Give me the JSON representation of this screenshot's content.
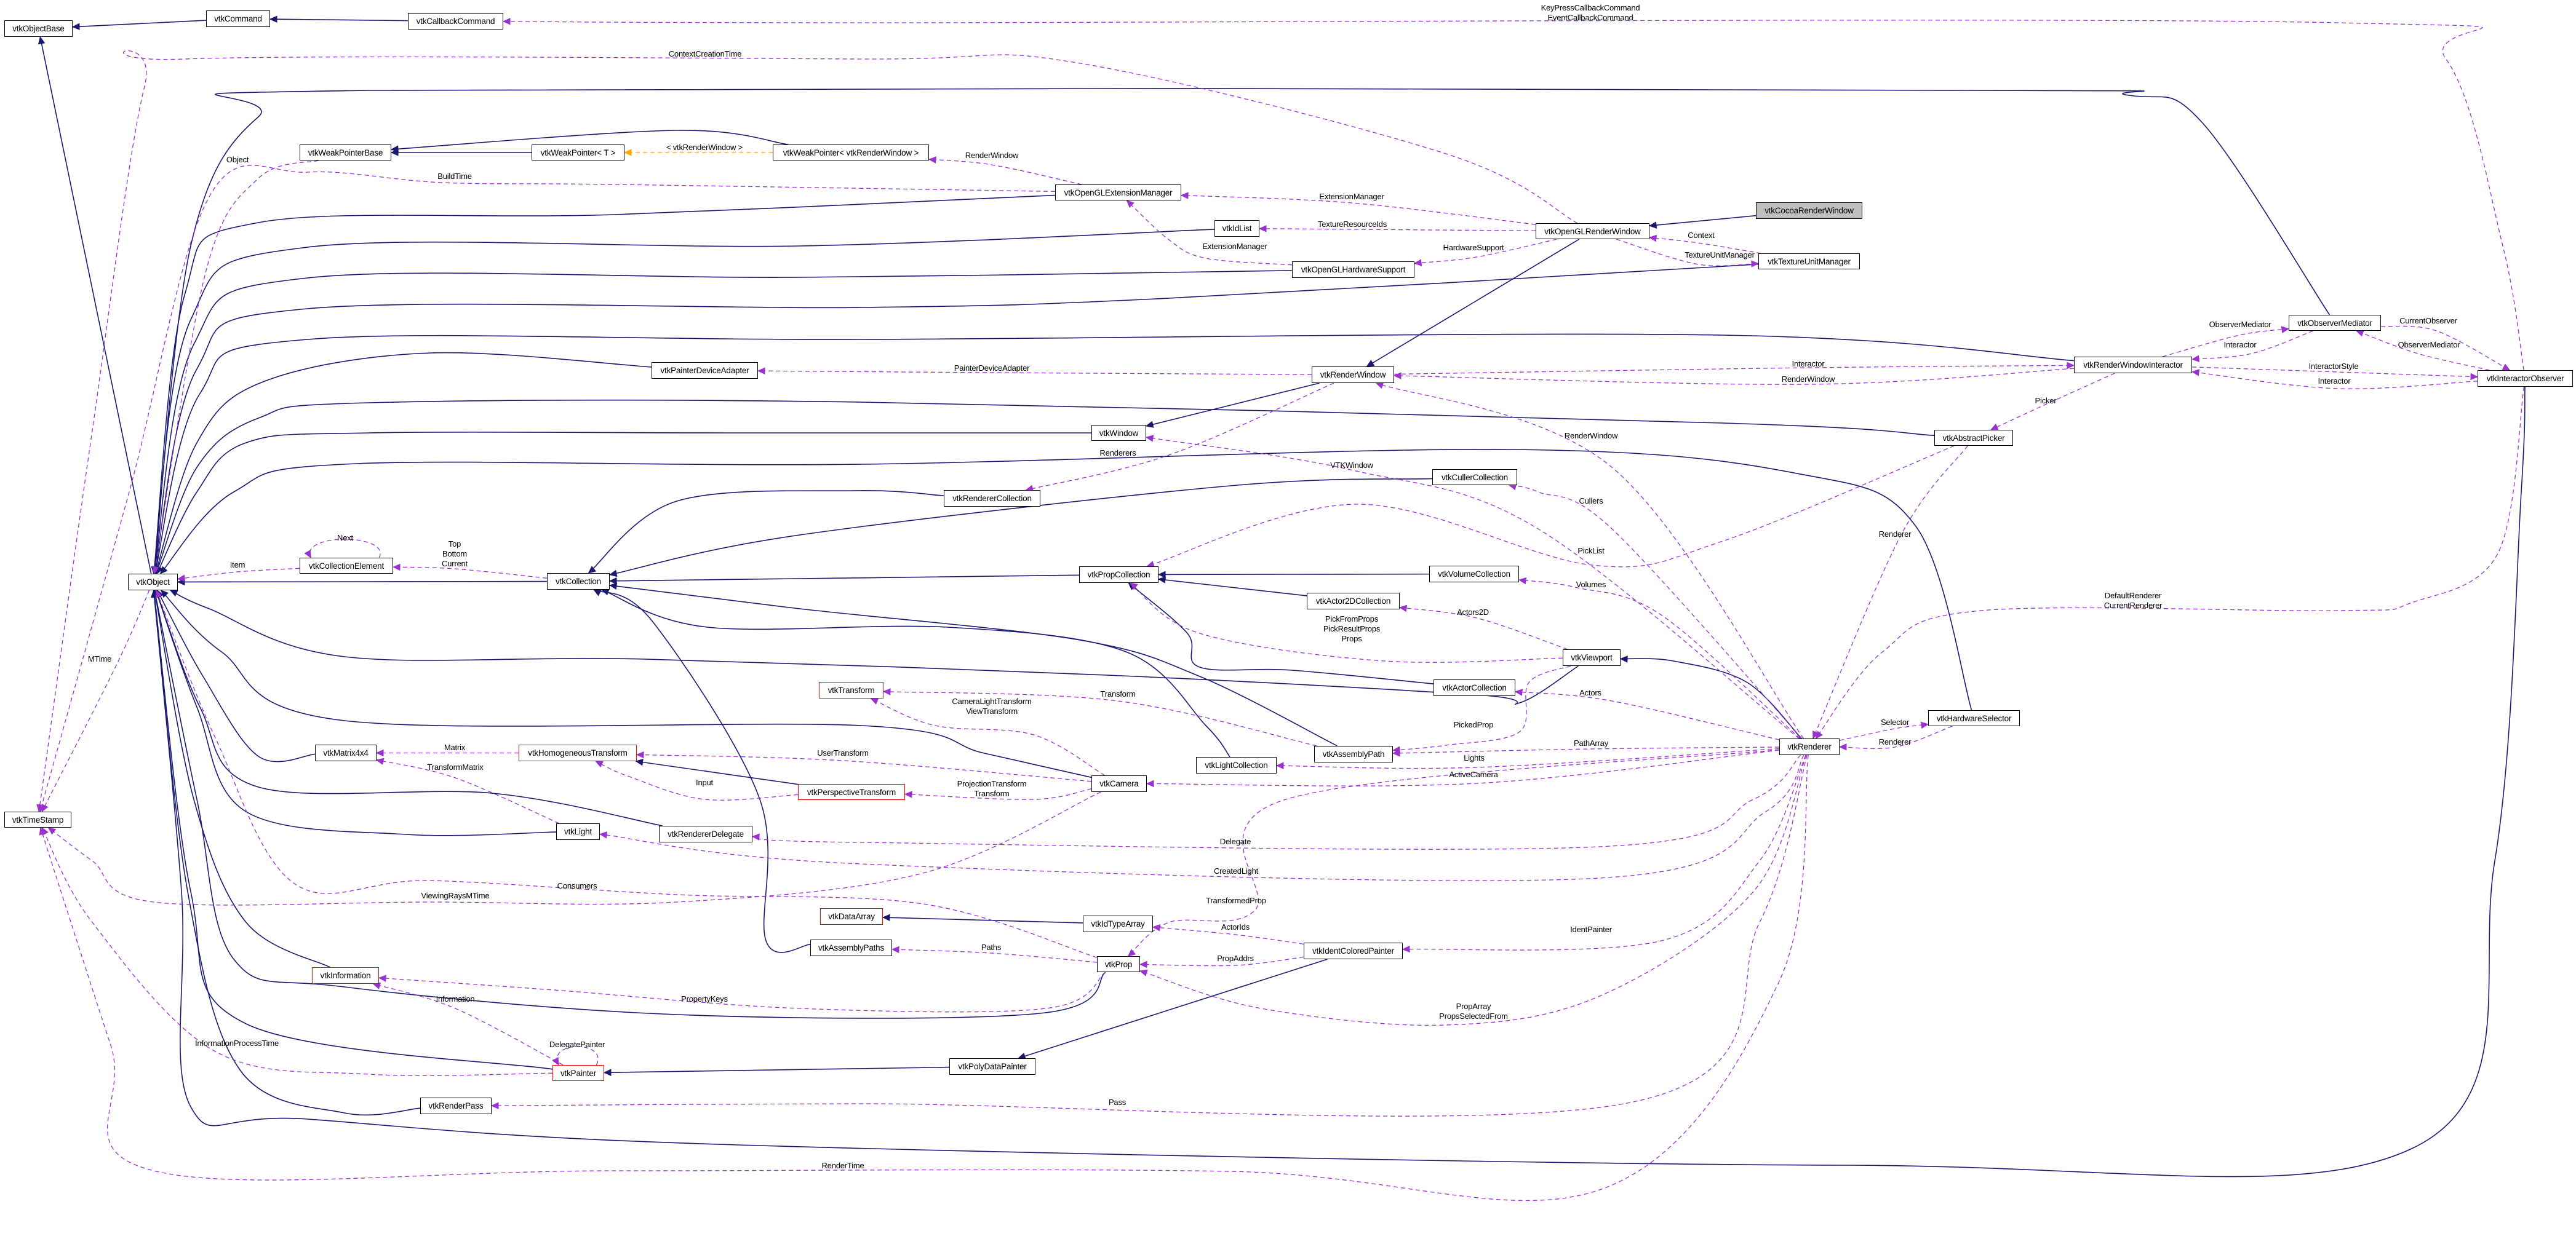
{
  "diagram": {
    "kind": "collaboration-graph",
    "focus_node": "vtkCocoaRenderWindow"
  },
  "colors": {
    "inherit": "#191970",
    "usage": "#9a32cd",
    "template": "#ffa500",
    "highlight_fill": "#bfbfbf",
    "undocumented_border": "#ff0000"
  },
  "nodes": [
    {
      "id": "ObjectBase",
      "label": "vtkObjectBase",
      "style": "normal"
    },
    {
      "id": "Command",
      "label": "vtkCommand",
      "style": "normal"
    },
    {
      "id": "CallbackCommand",
      "label": "vtkCallbackCommand",
      "style": "normal"
    },
    {
      "id": "WPBase",
      "label": "vtkWeakPointerBase",
      "style": "normal"
    },
    {
      "id": "WP_T",
      "label": "vtkWeakPointer< T >",
      "style": "normal"
    },
    {
      "id": "WP_RW",
      "label": "vtkWeakPointer< vtkRenderWindow >",
      "style": "normal"
    },
    {
      "id": "OGLExtMgr",
      "label": "vtkOpenGLExtensionManager",
      "style": "normal"
    },
    {
      "id": "IdList",
      "label": "vtkIdList",
      "style": "normal"
    },
    {
      "id": "OGLRW",
      "label": "vtkOpenGLRenderWindow",
      "style": "normal"
    },
    {
      "id": "Cocoa",
      "label": "vtkCocoaRenderWindow",
      "style": "highlight"
    },
    {
      "id": "HWSupport",
      "label": "vtkOpenGLHardwareSupport",
      "style": "normal"
    },
    {
      "id": "TUM",
      "label": "vtkTextureUnitManager",
      "style": "normal"
    },
    {
      "id": "OM",
      "label": "vtkObserverMediator",
      "style": "normal"
    },
    {
      "id": "RWI",
      "label": "vtkRenderWindowInteractor",
      "style": "normal"
    },
    {
      "id": "IO",
      "label": "vtkInteractorObserver",
      "style": "normal"
    },
    {
      "id": "PDA",
      "label": "vtkPainterDeviceAdapter",
      "style": "normal"
    },
    {
      "id": "RW",
      "label": "vtkRenderWindow",
      "style": "normal"
    },
    {
      "id": "Window",
      "label": "vtkWindow",
      "style": "normal"
    },
    {
      "id": "AbstractPicker",
      "label": "vtkAbstractPicker",
      "style": "normal"
    },
    {
      "id": "RendererCollection",
      "label": "vtkRendererCollection",
      "style": "normal"
    },
    {
      "id": "CullerCollection",
      "label": "vtkCullerCollection",
      "style": "normal"
    },
    {
      "id": "Object",
      "label": "vtkObject",
      "style": "normal"
    },
    {
      "id": "CollectionElement",
      "label": "vtkCollectionElement",
      "style": "normal"
    },
    {
      "id": "Collection",
      "label": "vtkCollection",
      "style": "normal"
    },
    {
      "id": "PropCollection",
      "label": "vtkPropCollection",
      "style": "normal"
    },
    {
      "id": "VolumeCollection",
      "label": "vtkVolumeCollection",
      "style": "normal"
    },
    {
      "id": "Actor2DCollection",
      "label": "vtkActor2DCollection",
      "style": "normal"
    },
    {
      "id": "Viewport",
      "label": "vtkViewport",
      "style": "normal"
    },
    {
      "id": "ActorCollection",
      "label": "vtkActorCollection",
      "style": "normal"
    },
    {
      "id": "Transform",
      "label": "vtkTransform",
      "style": "red"
    },
    {
      "id": "AssemblyPath",
      "label": "vtkAssemblyPath",
      "style": "normal"
    },
    {
      "id": "HardwareSelector",
      "label": "vtkHardwareSelector",
      "style": "normal"
    },
    {
      "id": "Renderer",
      "label": "vtkRenderer",
      "style": "normal"
    },
    {
      "id": "Matrix4x4",
      "label": "vtkMatrix4x4",
      "style": "normal"
    },
    {
      "id": "HomogeneousTransform",
      "label": "vtkHomogeneousTransform",
      "style": "red"
    },
    {
      "id": "LightCollection",
      "label": "vtkLightCollection",
      "style": "normal"
    },
    {
      "id": "Camera",
      "label": "vtkCamera",
      "style": "normal"
    },
    {
      "id": "PerspectiveTransform",
      "label": "vtkPerspectiveTransform",
      "style": "red"
    },
    {
      "id": "TimeStamp",
      "label": "vtkTimeStamp",
      "style": "normal"
    },
    {
      "id": "Light",
      "label": "vtkLight",
      "style": "normal"
    },
    {
      "id": "RendererDelegate",
      "label": "vtkRendererDelegate",
      "style": "normal"
    },
    {
      "id": "DataArray",
      "label": "vtkDataArray",
      "style": "red"
    },
    {
      "id": "IdTypeArray",
      "label": "vtkIdTypeArray",
      "style": "normal"
    },
    {
      "id": "AssemblyPaths",
      "label": "vtkAssemblyPaths",
      "style": "normal"
    },
    {
      "id": "IdentColoredPainter",
      "label": "vtkIdentColoredPainter",
      "style": "normal"
    },
    {
      "id": "Prop",
      "label": "vtkProp",
      "style": "normal"
    },
    {
      "id": "Information",
      "label": "vtkInformation",
      "style": "red"
    },
    {
      "id": "Painter",
      "label": "vtkPainter",
      "style": "red"
    },
    {
      "id": "PolyDataPainter",
      "label": "vtkPolyDataPainter",
      "style": "normal"
    },
    {
      "id": "RenderPass",
      "label": "vtkRenderPass",
      "style": "normal"
    }
  ],
  "edges": [
    {
      "from": "Command",
      "to": "ObjectBase",
      "kind": "inherit",
      "labels": []
    },
    {
      "from": "CallbackCommand",
      "to": "Command",
      "kind": "inherit",
      "labels": []
    },
    {
      "from": "Object",
      "to": "ObjectBase",
      "kind": "inherit",
      "labels": []
    },
    {
      "from": "WP_T",
      "to": "WPBase",
      "kind": "inherit",
      "labels": []
    },
    {
      "from": "WP_RW",
      "to": "WPBase",
      "kind": "inherit",
      "labels": []
    },
    {
      "from": "OGLExtMgr",
      "to": "Object",
      "kind": "inherit",
      "labels": []
    },
    {
      "from": "IdList",
      "to": "Object",
      "kind": "inherit",
      "labels": []
    },
    {
      "from": "HWSupport",
      "to": "Object",
      "kind": "inherit",
      "labels": []
    },
    {
      "from": "TUM",
      "to": "Object",
      "kind": "inherit",
      "labels": []
    },
    {
      "from": "OM",
      "to": "Object",
      "kind": "inherit",
      "labels": []
    },
    {
      "from": "RWI",
      "to": "Object",
      "kind": "inherit",
      "labels": []
    },
    {
      "from": "PDA",
      "to": "Object",
      "kind": "inherit",
      "labels": []
    },
    {
      "from": "OGLRW",
      "to": "RW",
      "kind": "inherit",
      "labels": []
    },
    {
      "from": "Cocoa",
      "to": "OGLRW",
      "kind": "inherit",
      "labels": []
    },
    {
      "from": "RW",
      "to": "Window",
      "kind": "inherit",
      "labels": []
    },
    {
      "from": "Window",
      "to": "Object",
      "kind": "inherit",
      "labels": []
    },
    {
      "from": "AbstractPicker",
      "to": "Object",
      "kind": "inherit",
      "labels": []
    },
    {
      "from": "Collection",
      "to": "Object",
      "kind": "inherit",
      "labels": []
    },
    {
      "from": "RendererCollection",
      "to": "Collection",
      "kind": "inherit",
      "labels": []
    },
    {
      "from": "CullerCollection",
      "to": "Collection",
      "kind": "inherit",
      "labels": []
    },
    {
      "from": "PropCollection",
      "to": "Collection",
      "kind": "inherit",
      "labels": []
    },
    {
      "from": "VolumeCollection",
      "to": "PropCollection",
      "kind": "inherit",
      "labels": []
    },
    {
      "from": "Actor2DCollection",
      "to": "PropCollection",
      "kind": "inherit",
      "labels": []
    },
    {
      "from": "ActorCollection",
      "to": "PropCollection",
      "kind": "inherit",
      "labels": []
    },
    {
      "from": "LightCollection",
      "to": "Collection",
      "kind": "inherit",
      "labels": []
    },
    {
      "from": "AssemblyPath",
      "to": "Collection",
      "kind": "inherit",
      "labels": []
    },
    {
      "from": "AssemblyPaths",
      "to": "Collection",
      "kind": "inherit",
      "labels": []
    },
    {
      "from": "Viewport",
      "to": "Object",
      "kind": "inherit",
      "labels": []
    },
    {
      "from": "Renderer",
      "to": "Viewport",
      "kind": "inherit",
      "labels": []
    },
    {
      "from": "HardwareSelector",
      "to": "Object",
      "kind": "inherit",
      "labels": []
    },
    {
      "from": "Matrix4x4",
      "to": "Object",
      "kind": "inherit",
      "labels": []
    },
    {
      "from": "PerspectiveTransform",
      "to": "HomogeneousTransform",
      "kind": "inherit",
      "labels": []
    },
    {
      "from": "Camera",
      "to": "Object",
      "kind": "inherit",
      "labels": []
    },
    {
      "from": "Light",
      "to": "Object",
      "kind": "inherit",
      "labels": []
    },
    {
      "from": "RendererDelegate",
      "to": "Object",
      "kind": "inherit",
      "labels": []
    },
    {
      "from": "Information",
      "to": "Object",
      "kind": "inherit",
      "labels": []
    },
    {
      "from": "Prop",
      "to": "Object",
      "kind": "inherit",
      "labels": []
    },
    {
      "from": "Painter",
      "to": "Object",
      "kind": "inherit",
      "labels": []
    },
    {
      "from": "PolyDataPainter",
      "to": "Painter",
      "kind": "inherit",
      "labels": []
    },
    {
      "from": "IdentColoredPainter",
      "to": "PolyDataPainter",
      "kind": "inherit",
      "labels": []
    },
    {
      "from": "IdTypeArray",
      "to": "DataArray",
      "kind": "inherit",
      "labels": []
    },
    {
      "from": "RenderPass",
      "to": "Object",
      "kind": "inherit",
      "labels": []
    },
    {
      "from": "IO",
      "to": "Object",
      "kind": "inherit",
      "labels": []
    },
    {
      "from": "IO",
      "to": "CallbackCommand",
      "kind": "usage",
      "labels": [
        "KeyPressCallbackCommand",
        "EventCallbackCommand"
      ]
    },
    {
      "from": "OGLRW",
      "to": "TimeStamp",
      "kind": "usage",
      "labels": [
        "ContextCreationTime"
      ]
    },
    {
      "from": "WPBase",
      "to": "Object",
      "kind": "usage",
      "labels": [
        "Object"
      ]
    },
    {
      "from": "OGLExtMgr",
      "to": "TimeStamp",
      "kind": "usage",
      "labels": [
        "BuildTime"
      ]
    },
    {
      "from": "WP_RW",
      "to": "WP_T",
      "kind": "template",
      "labels": [
        "< vtkRenderWindow >"
      ]
    },
    {
      "from": "OGLExtMgr",
      "to": "WP_RW",
      "kind": "usage",
      "labels": [
        "RenderWindow"
      ]
    },
    {
      "from": "OGLRW",
      "to": "OGLExtMgr",
      "kind": "usage",
      "labels": [
        "ExtensionManager"
      ]
    },
    {
      "from": "OGLRW",
      "to": "IdList",
      "kind": "usage",
      "labels": [
        "TextureResourceIds"
      ]
    },
    {
      "from": "HWSupport",
      "to": "OGLExtMgr",
      "kind": "usage",
      "labels": [
        "ExtensionManager"
      ]
    },
    {
      "from": "OGLRW",
      "to": "HWSupport",
      "kind": "usage",
      "labels": [
        "HardwareSupport"
      ]
    },
    {
      "from": "TUM",
      "to": "OGLRW",
      "kind": "usage",
      "labels": [
        "Context"
      ]
    },
    {
      "from": "OGLRW",
      "to": "TUM",
      "kind": "usage",
      "labels": [
        "TextureUnitManager"
      ]
    },
    {
      "from": "RWI",
      "to": "OM",
      "kind": "usage",
      "labels": [
        "ObserverMediator"
      ]
    },
    {
      "from": "OM",
      "to": "RWI",
      "kind": "usage",
      "labels": [
        "Interactor"
      ]
    },
    {
      "from": "OM",
      "to": "IO",
      "kind": "usage",
      "labels": [
        "CurrentObserver"
      ]
    },
    {
      "from": "IO",
      "to": "OM",
      "kind": "usage",
      "labels": [
        "ObserverMediator"
      ]
    },
    {
      "from": "RWI",
      "to": "IO",
      "kind": "usage",
      "labels": [
        "InteractorStyle"
      ]
    },
    {
      "from": "IO",
      "to": "RWI",
      "kind": "usage",
      "labels": [
        "Interactor"
      ]
    },
    {
      "from": "RW",
      "to": "RWI",
      "kind": "usage",
      "labels": [
        "Interactor"
      ]
    },
    {
      "from": "RWI",
      "to": "RW",
      "kind": "usage",
      "labels": [
        "RenderWindow"
      ]
    },
    {
      "from": "RWI",
      "to": "AbstractPicker",
      "kind": "usage",
      "labels": [
        "Picker"
      ]
    },
    {
      "from": "RW",
      "to": "PDA",
      "kind": "usage",
      "labels": [
        "PainterDeviceAdapter"
      ]
    },
    {
      "from": "RW",
      "to": "RendererCollection",
      "kind": "usage",
      "labels": [
        "Renderers"
      ]
    },
    {
      "from": "Renderer",
      "to": "Window",
      "kind": "usage",
      "labels": [
        "VTKWindow"
      ]
    },
    {
      "from": "Renderer",
      "to": "RW",
      "kind": "usage",
      "labels": [
        "RenderWindow"
      ]
    },
    {
      "from": "Renderer",
      "to": "CullerCollection",
      "kind": "usage",
      "labels": [
        "Cullers"
      ]
    },
    {
      "from": "AbstractPicker",
      "to": "PropCollection",
      "kind": "usage",
      "labels": [
        "PickList"
      ]
    },
    {
      "from": "Renderer",
      "to": "VolumeCollection",
      "kind": "usage",
      "labels": [
        "Volumes"
      ]
    },
    {
      "from": "Viewport",
      "to": "Actor2DCollection",
      "kind": "usage",
      "labels": [
        "Actors2D"
      ]
    },
    {
      "from": "Viewport",
      "to": "PropCollection",
      "kind": "usage",
      "labels": [
        "PickFromProps",
        "PickResultProps",
        "Props"
      ]
    },
    {
      "from": "AbstractPicker",
      "to": "Renderer",
      "kind": "usage",
      "labels": [
        "Renderer"
      ]
    },
    {
      "from": "IO",
      "to": "Renderer",
      "kind": "usage",
      "labels": [
        "DefaultRenderer",
        "CurrentRenderer"
      ]
    },
    {
      "from": "Renderer",
      "to": "ActorCollection",
      "kind": "usage",
      "labels": [
        "Actors"
      ]
    },
    {
      "from": "AssemblyPath",
      "to": "Transform",
      "kind": "usage",
      "labels": [
        "Transform"
      ]
    },
    {
      "from": "Camera",
      "to": "Transform",
      "kind": "usage",
      "labels": [
        "CameraLightTransform",
        "ViewTransform"
      ]
    },
    {
      "from": "Viewport",
      "to": "AssemblyPath",
      "kind": "usage",
      "labels": [
        "PickedProp"
      ]
    },
    {
      "from": "Renderer",
      "to": "AssemblyPath",
      "kind": "usage",
      "labels": [
        "PathArray"
      ]
    },
    {
      "from": "Renderer",
      "to": "LightCollection",
      "kind": "usage",
      "labels": [
        "Lights"
      ]
    },
    {
      "from": "Renderer",
      "to": "Camera",
      "kind": "usage",
      "labels": [
        "ActiveCamera"
      ]
    },
    {
      "from": "Camera",
      "to": "HomogeneousTransform",
      "kind": "usage",
      "labels": [
        "UserTransform"
      ]
    },
    {
      "from": "Camera",
      "to": "PerspectiveTransform",
      "kind": "usage",
      "labels": [
        "ProjectionTransform",
        "Transform"
      ]
    },
    {
      "from": "Camera",
      "to": "TimeStamp",
      "kind": "usage",
      "labels": [
        "ViewingRaysMTime"
      ]
    },
    {
      "from": "HomogeneousTransform",
      "to": "Matrix4x4",
      "kind": "usage",
      "labels": [
        "Matrix"
      ]
    },
    {
      "from": "Light",
      "to": "Matrix4x4",
      "kind": "usage",
      "labels": [
        "TransformMatrix"
      ]
    },
    {
      "from": "PerspectiveTransform",
      "to": "HomogeneousTransform",
      "kind": "usage",
      "labels": [
        "Input"
      ]
    },
    {
      "from": "Renderer",
      "to": "RendererDelegate",
      "kind": "usage",
      "labels": [
        "Delegate"
      ]
    },
    {
      "from": "Renderer",
      "to": "Light",
      "kind": "usage",
      "labels": [
        "CreatedLight"
      ]
    },
    {
      "from": "Prop",
      "to": "Object",
      "kind": "usage",
      "labels": [
        "Consumers"
      ]
    },
    {
      "from": "CollectionElement",
      "to": "Object",
      "kind": "usage",
      "labels": [
        "Item"
      ]
    },
    {
      "from": "CollectionElement",
      "to": "CollectionElement",
      "kind": "usage",
      "labels": [
        "Next"
      ]
    },
    {
      "from": "Collection",
      "to": "CollectionElement",
      "kind": "usage",
      "labels": [
        "Top",
        "Bottom",
        "Current"
      ]
    },
    {
      "from": "Object",
      "to": "TimeStamp",
      "kind": "usage",
      "labels": [
        "MTime"
      ]
    },
    {
      "from": "Renderer",
      "to": "Prop",
      "kind": "usage",
      "labels": [
        "TransformedProp"
      ]
    },
    {
      "from": "IdentColoredPainter",
      "to": "IdTypeArray",
      "kind": "usage",
      "labels": [
        "ActorIds"
      ]
    },
    {
      "from": "Prop",
      "to": "AssemblyPaths",
      "kind": "usage",
      "labels": [
        "Paths"
      ]
    },
    {
      "from": "IdentColoredPainter",
      "to": "Prop",
      "kind": "usage",
      "labels": [
        "PropAddrs"
      ]
    },
    {
      "from": "Renderer",
      "to": "IdentColoredPainter",
      "kind": "usage",
      "labels": [
        "IdentPainter"
      ]
    },
    {
      "from": "Renderer",
      "to": "Prop",
      "kind": "usage",
      "labels": [
        "PropArray",
        "PropsSelectedFrom"
      ]
    },
    {
      "from": "Prop",
      "to": "Information",
      "kind": "usage",
      "labels": [
        "PropertyKeys"
      ]
    },
    {
      "from": "Painter",
      "to": "Information",
      "kind": "usage",
      "labels": [
        "Information"
      ]
    },
    {
      "from": "Painter",
      "to": "Painter",
      "kind": "usage",
      "labels": [
        "DelegatePainter"
      ]
    },
    {
      "from": "Painter",
      "to": "TimeStamp",
      "kind": "usage",
      "labels": [
        "InformationProcessTime"
      ]
    },
    {
      "from": "Renderer",
      "to": "RenderPass",
      "kind": "usage",
      "labels": [
        "Pass"
      ]
    },
    {
      "from": "Renderer",
      "to": "TimeStamp",
      "kind": "usage",
      "labels": [
        "RenderTime"
      ]
    },
    {
      "from": "Renderer",
      "to": "HardwareSelector",
      "kind": "usage",
      "labels": [
        "Selector"
      ]
    },
    {
      "from": "HardwareSelector",
      "to": "Renderer",
      "kind": "usage",
      "labels": [
        "Renderer"
      ]
    }
  ]
}
